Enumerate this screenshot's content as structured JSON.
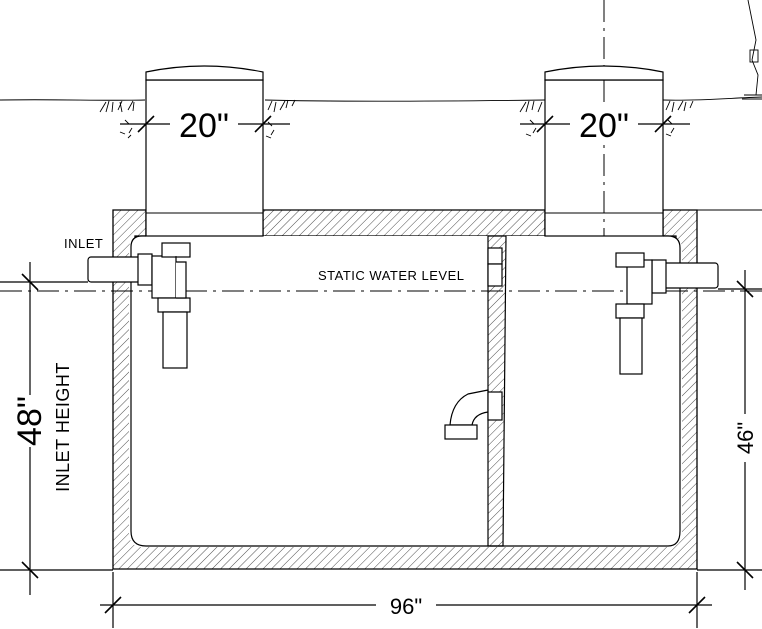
{
  "labels": {
    "inlet": "INLET",
    "static_water_level": "STATIC WATER LEVEL",
    "inlet_height": "INLET HEIGHT"
  },
  "dimensions": {
    "riser_left": "20\"",
    "riser_right": "20\"",
    "inlet_height_value": "48\"",
    "outlet_height_value": "46\"",
    "tank_length": "96\""
  }
}
